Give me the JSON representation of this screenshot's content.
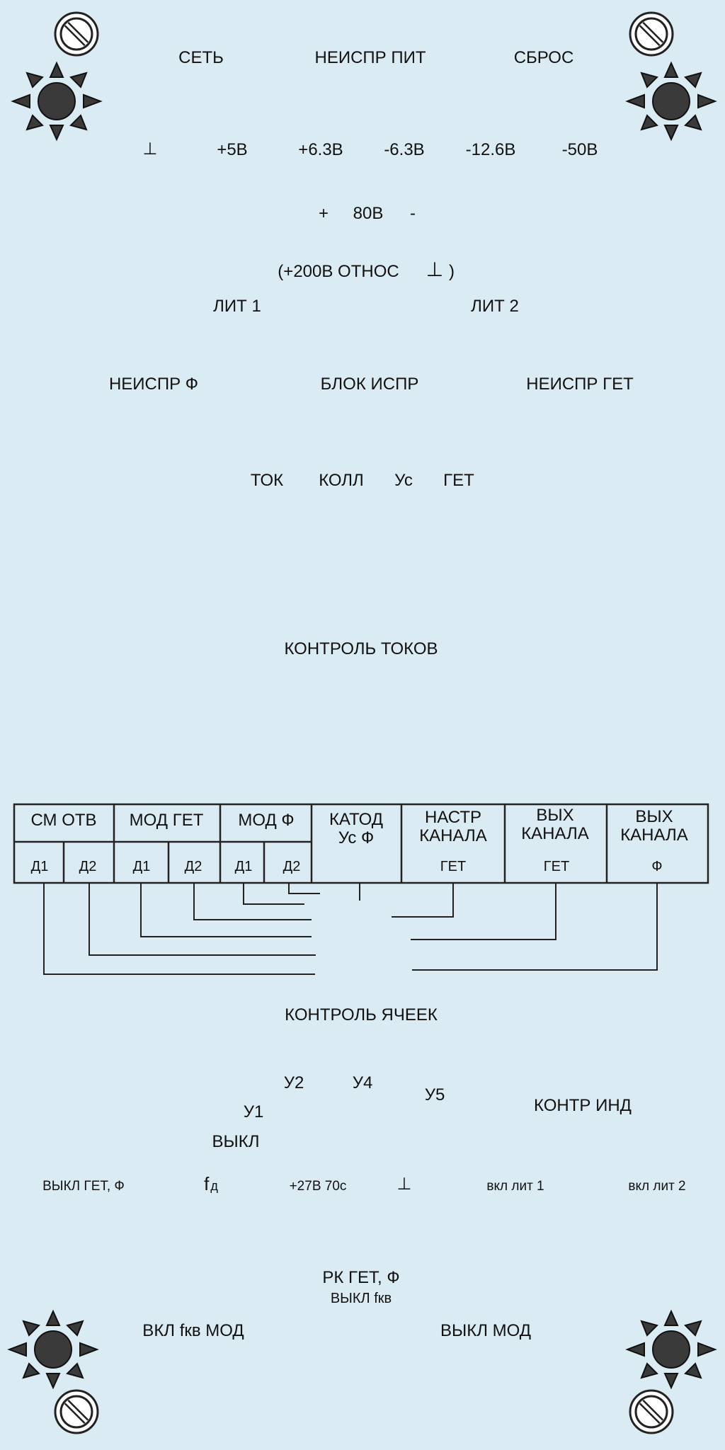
{
  "power": {
    "set": "СЕТЬ",
    "fault_power": "НЕИСПР ПИТ",
    "reset": "СБРОС",
    "rails": [
      "⊥",
      "+5В",
      "+6.3В",
      "-6.3В",
      "-12.6В",
      "-50В"
    ],
    "plus": "+",
    "v80": "80В",
    "minus": "-",
    "ref_note": "(+200В ОТНОС",
    "ref_gnd": "⊥",
    "ref_close": ")",
    "lit1": "ЛИТ 1",
    "lit2": "ЛИТ 2"
  },
  "status": {
    "fault_phi": "НЕИСПР Ф",
    "block_ok": "БЛОК ИСПР",
    "fault_get": "НЕИСПР ГЕТ"
  },
  "current_row": {
    "tok": "ТОК",
    "koll": "КОЛЛ",
    "us": "Ус",
    "get": "ГЕТ"
  },
  "current_control": {
    "title": "КОНТРОЛЬ ТОКОВ"
  },
  "table": {
    "groups": [
      {
        "label": "СМ ОТВ",
        "sub": [
          "Д1",
          "Д2"
        ]
      },
      {
        "label": "МОД ГЕТ",
        "sub": [
          "Д1",
          "Д2"
        ]
      },
      {
        "label": "МОД Ф",
        "sub": [
          "Д1",
          "Д2"
        ]
      }
    ],
    "katod_line1": "КАТОД",
    "katod_line2": "Ус Ф",
    "nastr_line1": "НАСТР",
    "nastr_line2": "КАНАЛА",
    "nastr_sub": "ГЕТ",
    "vyh_get_line1": "ВЫХ",
    "vyh_get_line2": "КАНАЛА",
    "vyh_get_sub": "ГЕТ",
    "vyh_phi_line1": "ВЫХ",
    "vyh_phi_line2": "КАНАЛА",
    "vyh_phi_sub": "Ф"
  },
  "cell_control": {
    "title": "КОНТРОЛЬ ЯЧЕЕК",
    "u2": "У2",
    "u4": "У4",
    "u5": "У5",
    "u1": "У1",
    "off": "ВЫКЛ",
    "indicator": "КОНТР ИНД"
  },
  "bottom_row": {
    "off_get_phi": "ВЫКЛ ГЕТ, Ф",
    "fd_f": "f",
    "fd_sub": "д",
    "v27": "+27В 70с",
    "gnd": "⊥",
    "on_lit1": "вкл лит 1",
    "on_lit2": "вкл лит 2"
  },
  "rk": {
    "line1": "РК ГЕТ, Ф",
    "line2": "ВЫКЛ fкв"
  },
  "mod_buttons": {
    "on_fkv_mod": "ВКЛ fкв МОД",
    "off_mod": "ВЫКЛ МОД"
  }
}
